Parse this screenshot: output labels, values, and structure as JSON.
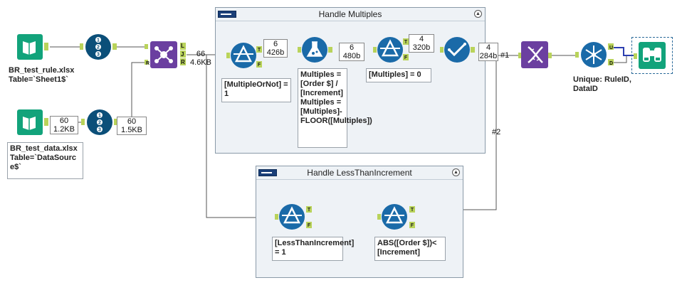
{
  "containers": {
    "multiples": {
      "title": "Handle Multiples"
    },
    "less_than": {
      "title": "Handle LessThanIncrement"
    }
  },
  "inputs": {
    "rule": {
      "label": "BR_test_rule.xlsx\nTable=`Sheet1$`"
    },
    "data": {
      "label": "BR_test_data.xlsx\nTable=`DataSourc\ne$`"
    }
  },
  "badges": {
    "b_data_in": {
      "rows": "60",
      "size": "1.2KB"
    },
    "b_data_out": {
      "rows": "60",
      "size": "1.5KB"
    },
    "b_join": {
      "rows": "66",
      "size": "4.6KB"
    },
    "b_filter1": {
      "rows": "6",
      "size": "426b"
    },
    "b_formula": {
      "rows": "6",
      "size": "480b"
    },
    "b_filter2": {
      "rows": "4",
      "size": "320b"
    },
    "b_select": {
      "rows": "4",
      "size": "284b"
    }
  },
  "annotations": {
    "filter1": "[MultipleOrNot] = 1",
    "formula": "Multiples = [Order $] / [Increment]\nMultiples = [Multiples]-FLOOR([Multiples])",
    "filter2": "[Multiples] = 0",
    "unique": "Unique: RuleID, DataID",
    "filter3": "[LessThanIncrement] = 1",
    "filter4": "ABS([Order $])< [Increment]"
  },
  "wire_labels": {
    "w1": "#1",
    "w2": "#2"
  },
  "anchors": {
    "join_L": "L",
    "join_J": "J",
    "join_R": "R",
    "true": "T",
    "false": "F",
    "unique_U": "U",
    "unique_D": "D"
  },
  "icons": {
    "input": "book-icon",
    "recordid": "record-id-icon",
    "join": "join-icon",
    "filter": "filter-icon",
    "formula": "formula-flask-icon",
    "select": "select-check-icon",
    "dna": "dna-icon",
    "unique": "snowflake-icon",
    "browse": "binoculars-icon"
  },
  "colors": {
    "input": "#12a37b",
    "recordid": "#0b4f79",
    "join": "#6b3fa0",
    "filter": "#1a6aa8",
    "formula": "#1a6aa8",
    "select": "#1a6aa8",
    "dna": "#6b3fa0",
    "unique": "#1a6aa8",
    "browse": "#12a37b",
    "anchor": "#b9d35a"
  }
}
